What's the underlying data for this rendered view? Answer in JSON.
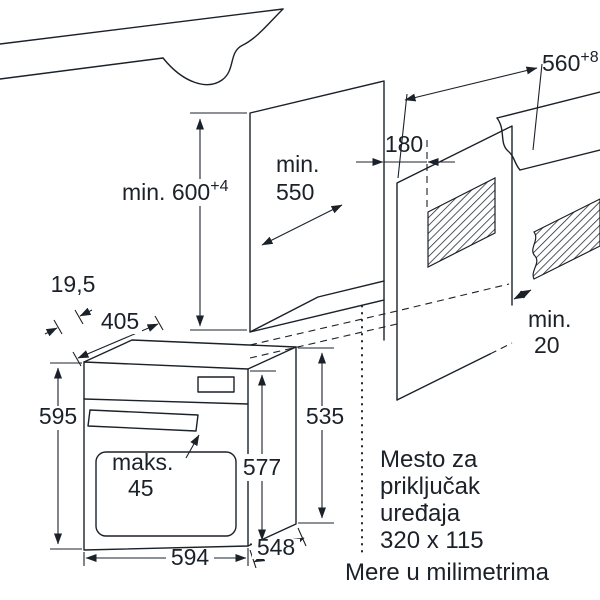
{
  "colors": {
    "ink": "#1b2129",
    "background": "#ffffff"
  },
  "top_view": {
    "niche_height": {
      "value": "min. 600",
      "tolerance": "+4"
    },
    "niche_depth": {
      "line1": "min.",
      "line2": "550"
    },
    "connection_offset": "180",
    "niche_width": {
      "value": "560",
      "tolerance": "+8"
    },
    "rear_gap": {
      "line1": "min.",
      "line2": "20"
    }
  },
  "oven_view": {
    "front_overhang": "19,5",
    "top_depth": "405",
    "height": "595",
    "handle_depth": {
      "line1": "maks.",
      "line2": "45"
    },
    "door_height": "577",
    "rear_height": "535",
    "width": "594",
    "depth": "548"
  },
  "notes": {
    "connection_area": {
      "line1": "Mesto za",
      "line2": "priključak",
      "line3": "uređaja",
      "line4": "320 x 115"
    },
    "units": "Mere u milimetrima"
  }
}
